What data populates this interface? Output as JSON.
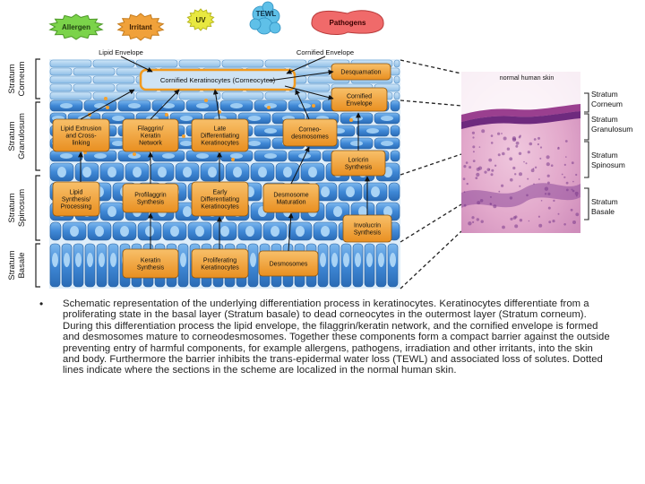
{
  "stimuli": [
    {
      "label": "Allergen",
      "color": "#7bd34a",
      "stroke": "#4f9a2a",
      "text_color": "#1f3d10",
      "shape": "starburst"
    },
    {
      "label": "Irritant",
      "color": "#f0a13a",
      "stroke": "#c57d1f",
      "text_color": "#402000",
      "shape": "starburst"
    },
    {
      "label": "UV",
      "color": "#e8e840",
      "stroke": "#b8b820",
      "text_color": "#333300",
      "shape": "starburst"
    },
    {
      "label": "TEWL",
      "color": "#5fc0e8",
      "stroke": "#2f8fbf",
      "text_color": "#0d2f45",
      "shape": "droplets"
    },
    {
      "label": "Pathogens",
      "color": "#f06a6a",
      "stroke": "#b83a3a",
      "text_color": "#3a0000",
      "shape": "blob"
    }
  ],
  "strata_labels": [
    {
      "line1": "Stratum",
      "line2": "Corneum"
    },
    {
      "line1": "Stratum",
      "line2": "Granulosum"
    },
    {
      "line1": "Stratum",
      "line2": "Spinosum"
    },
    {
      "line1": "Stratum",
      "line2": "Basale"
    }
  ],
  "top_labels": {
    "lipid_envelope": "Lipid Envelope",
    "cornified_envelope": "Cornified Envelope"
  },
  "corneum_label": "Cornified Keratinocytes (Corneocytes)",
  "process_boxes": [
    {
      "key": "desquamation",
      "lines": [
        "Desquamation"
      ]
    },
    {
      "key": "cornified-envelope",
      "lines": [
        "Cornified",
        "Envelope"
      ]
    },
    {
      "key": "lipid-extrusion",
      "lines": [
        "Lipid Extrusion",
        "and Cross-",
        "linking"
      ]
    },
    {
      "key": "filaggrin-network",
      "lines": [
        "Filaggrin/",
        "Keratin",
        "Network"
      ]
    },
    {
      "key": "late-differentiating",
      "lines": [
        "Late",
        "Differentiating",
        "Keratinocytes"
      ]
    },
    {
      "key": "corneodesmosomes",
      "lines": [
        "Corneo-",
        "desmosomes"
      ]
    },
    {
      "key": "loricrin-synthesis",
      "lines": [
        "Loricrin",
        "Synthesis"
      ]
    },
    {
      "key": "lipid-synthesis",
      "lines": [
        "Lipid",
        "Synthesis/",
        "Processing"
      ]
    },
    {
      "key": "profilaggrin-synthesis",
      "lines": [
        "Profilaggrin",
        "Synthesis"
      ]
    },
    {
      "key": "early-differentiating",
      "lines": [
        "Early",
        "Differentiating",
        "Keratinocytes"
      ]
    },
    {
      "key": "desmosome-maturation",
      "lines": [
        "Desmosome",
        "Maturation"
      ]
    },
    {
      "key": "involucrin-synthesis",
      "lines": [
        "Involucrin",
        "Synthesis"
      ]
    },
    {
      "key": "keratin-synthesis",
      "lines": [
        "Keratin",
        "Synthesis"
      ]
    },
    {
      "key": "proliferating",
      "lines": [
        "Proliferating",
        "Keratinocytes"
      ]
    },
    {
      "key": "desmosomes",
      "lines": [
        "Desmosomes"
      ]
    }
  ],
  "histology": {
    "title": "normal human skin",
    "labels": [
      [
        "Stratum",
        "Corneum"
      ],
      [
        "Stratum",
        "Granulosum"
      ],
      [
        "Stratum",
        "Spinosum"
      ],
      [
        "Stratum",
        "Basale"
      ]
    ]
  },
  "colors": {
    "box_fill": "#f3a234",
    "box_stroke": "#8a5410",
    "cell_fill": "#3f88d6",
    "cell_light": "#8fc2ef",
    "corneum_fill": "#a8d0ee",
    "tissue_pink": "#e8b4d2",
    "tissue_purple": "#8e4a9a"
  },
  "caption": {
    "bullet": "•",
    "text": "Schematic representation of the underlying differentiation process in keratinocytes. Keratinocytes differentiate from a proliferating state in the basal layer (Stratum basale) to dead corneocytes in the outermost layer (Stratum corneum). During this differentiation process the lipid envelope, the filaggrin/keratin network, and the cornified envelope is formed and desmosomes mature to corneodesmosomes. Together these components form a compact barrier against the outside preventing entry of harmful components, for example allergens, pathogens, irradiation and other irritants, into the skin and body. Furthermore the barrier inhibits the trans-epidermal water loss (TEWL) and associated loss of solutes. Dotted lines indicate where the sections in the scheme are localized in the normal human skin."
  }
}
